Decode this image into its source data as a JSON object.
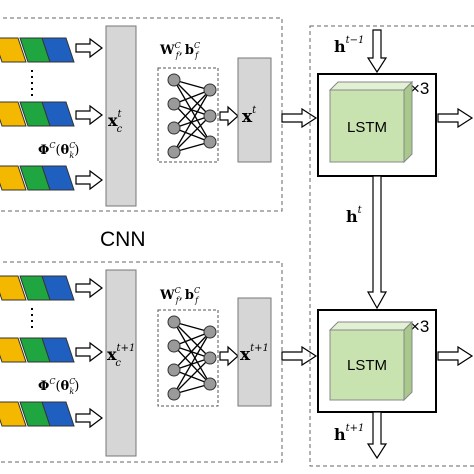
{
  "colors": {
    "card_yellow": "#f5b800",
    "card_green": "#1fa640",
    "card_blue": "#1f5fbf",
    "feature_gray": "#d6d6d6",
    "lstm_green": "#c9e3b0",
    "neuron_gray": "#9a9a9a",
    "dash": "#666666"
  },
  "top": {
    "x_c": {
      "base": "x",
      "sub": "c",
      "sup": "t"
    },
    "weights": {
      "w": "W",
      "w_sub": "f",
      "w_sup": "C",
      "sep": ",",
      "b": "b",
      "b_sub": "f",
      "b_sup": "C"
    },
    "x_out": {
      "base": "x",
      "sup": "t"
    },
    "phi": {
      "phi": "Φ",
      "phi_sup": "C",
      "open": "(",
      "theta": "θ",
      "theta_sub": "k",
      "theta_sup": "C",
      "close": ")"
    },
    "cnn_label": "CNN"
  },
  "bottom": {
    "x_c": {
      "base": "x",
      "sub": "c",
      "sup": "t+1"
    },
    "weights": {
      "w": "W",
      "w_sub": "f",
      "w_sup": "C",
      "sep": ",",
      "b": "b",
      "b_sub": "f",
      "b_sup": "C"
    },
    "x_out": {
      "base": "x",
      "sup": "t+1"
    },
    "phi": {
      "phi": "Φ",
      "phi_sup": "C",
      "open": "(",
      "theta": "θ",
      "theta_sub": "k",
      "theta_sup": "C",
      "close": ")"
    }
  },
  "lstm": {
    "h_prev": {
      "base": "h",
      "sup": "t−1"
    },
    "h_mid": {
      "base": "h",
      "sup": "t"
    },
    "h_next": {
      "base": "h",
      "sup": "t+1"
    },
    "top_block": {
      "label": "LSTM",
      "times": "×3"
    },
    "bottom_block": {
      "label": "LSTM",
      "times": "×3"
    }
  }
}
